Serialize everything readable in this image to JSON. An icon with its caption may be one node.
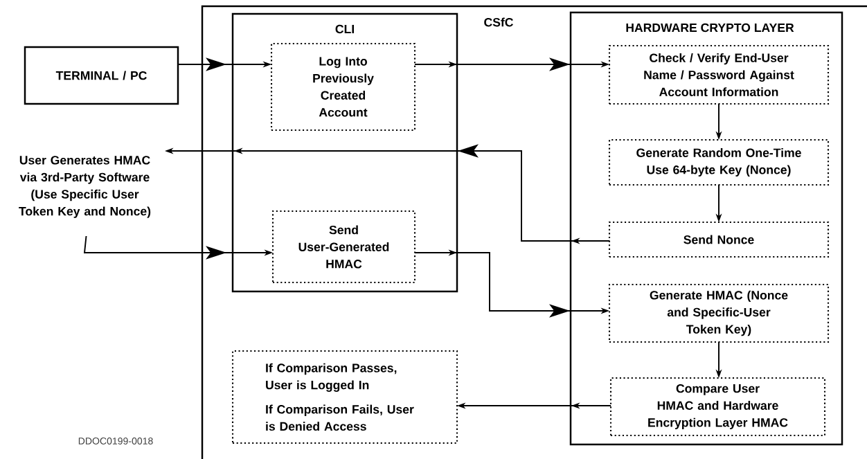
{
  "diagram": {
    "nodes": [
      {
        "text": [
          "CSfC"
        ]
      },
      {
        "text": [
          "CLI"
        ],
        "in": 0
      },
      {
        "text": [
          "Log Into Previously Created Account"
        ],
        "in": 1
      },
      {
        "text": [
          "Send User-Generated HMAC"
        ],
        "in": 1
      },
      {
        "text": [
          "HARDWARE CRYPTO LAYER"
        ],
        "in": 0
      },
      {
        "text": [
          "Check / Verify End-User Name / Password Against Account Information"
        ],
        "in": 4
      },
      {
        "text": [
          "Generate Random One-Time Use 64-byte Key (Nonce)"
        ],
        "in": 4
      },
      {
        "text": [
          "Send Nonce"
        ],
        "in": 4
      },
      {
        "text": [
          "Generate HMAC (Nonce and Specific-User Token Key)"
        ],
        "in": 4
      },
      {
        "text": [
          "Compare User HMAC and Hardware Encryption Layer HMAC"
        ],
        "in": 4
      },
      {
        "text": [
          "TERMINAL / PC"
        ]
      },
      {
        "text": [
          "User Generates HMAC via 3rd-Party Software (Use Specific User Token Key and Nonce)"
        ]
      },
      {
        "text": [
          "If Comparison Passes, User is Logged In",
          "If Comparison Fails, User is Denied Access"
        ],
        "in": 0
      }
    ],
    "edges": [
      {
        "from": 10,
        "to": 2,
        "arrow": "to"
      },
      {
        "from": 2,
        "to": 5,
        "arrow": "to"
      },
      {
        "from": 5,
        "to": 6,
        "arrow": "to"
      },
      {
        "from": 6,
        "to": 7,
        "arrow": "to"
      },
      {
        "from": 7,
        "to": 11,
        "arrow": "to"
      },
      {
        "from": 11,
        "to": 3,
        "arrow": "to"
      },
      {
        "from": 3,
        "to": 8,
        "arrow": "to"
      },
      {
        "from": 8,
        "to": 9,
        "arrow": "to"
      },
      {
        "from": 9,
        "to": 12,
        "arrow": "to"
      }
    ],
    "labels": [
      "DDOC0199-0018"
    ]
  }
}
